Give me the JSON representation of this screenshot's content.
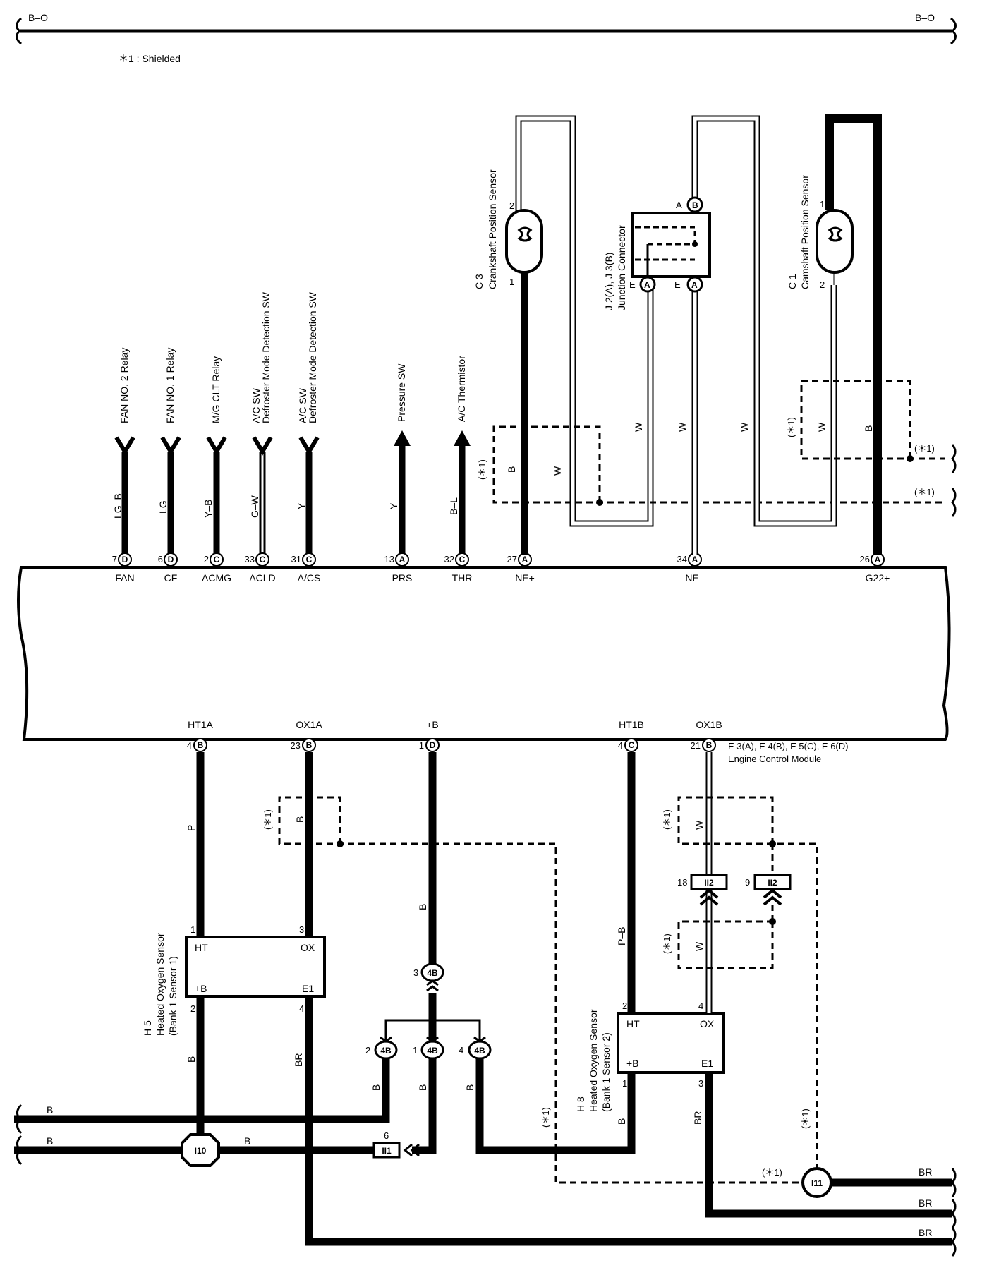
{
  "bus": {
    "left": "B–O",
    "right": "B–O"
  },
  "note": "＊1 : Shielded",
  "shield": "(＊1)",
  "ecm": {
    "code": "E 3(A), E 4(B), E 5(C), E 6(D)",
    "name": "Engine Control Module",
    "top_terminals": [
      {
        "pin": "7",
        "conn": "D",
        "name": "FAN",
        "wire": "LG–B",
        "dest": "FAN NO. 2 Relay"
      },
      {
        "pin": "6",
        "conn": "D",
        "name": "CF",
        "wire": "LG",
        "dest": "FAN NO. 1 Relay"
      },
      {
        "pin": "2",
        "conn": "C",
        "name": "ACMG",
        "wire": "Y–B",
        "dest": "M/G CLT Relay"
      },
      {
        "pin": "33",
        "conn": "C",
        "name": "ACLD",
        "wire": "G–W",
        "dest": "A/C SW",
        "dest2": "Defroster Mode Detection SW"
      },
      {
        "pin": "31",
        "conn": "C",
        "name": "A/CS",
        "wire": "Y",
        "dest": "A/C SW",
        "dest2": "Defroster Mode Detection SW"
      },
      {
        "pin": "13",
        "conn": "A",
        "name": "PRS",
        "wire": "Y",
        "dest": "Pressure SW"
      },
      {
        "pin": "32",
        "conn": "C",
        "name": "THR",
        "wire": "B–L",
        "dest": "A/C Thermistor"
      },
      {
        "pin": "27",
        "conn": "A",
        "name": "NE+"
      },
      {
        "pin": "34",
        "conn": "A",
        "name": "NE–"
      },
      {
        "pin": "26",
        "conn": "A",
        "name": "G22+"
      }
    ],
    "bottom_terminals": [
      {
        "pin": "4",
        "conn": "B",
        "name": "HT1A"
      },
      {
        "pin": "23",
        "conn": "B",
        "name": "OX1A"
      },
      {
        "pin": "1",
        "conn": "D",
        "name": "+B"
      },
      {
        "pin": "4",
        "conn": "C",
        "name": "HT1B"
      },
      {
        "pin": "21",
        "conn": "B",
        "name": "OX1B"
      }
    ]
  },
  "crank": {
    "code": "C 3",
    "name": "Crankshaft Position Sensor",
    "pin_top": "2",
    "pin_bot": "1",
    "wire_b": "B",
    "wire_w": "W"
  },
  "cam": {
    "code": "C 1",
    "name": "Camshaft Position Sensor",
    "pin_top": "1",
    "pin_bot": "2",
    "wire_w": "W",
    "wire_b": "B"
  },
  "junction": {
    "code": "J 2(A), J 3(B)",
    "name": "Junction Connector",
    "a": "A",
    "b": "B",
    "e": "E",
    "wire_w": "W"
  },
  "h5": {
    "code": "H 5",
    "name": "Heated Oxygen Sensor",
    "sub": "(Bank 1 Sensor 1)",
    "ht": "HT",
    "ox": "OX",
    "pb": "+B",
    "e1": "E1",
    "p1": "1",
    "p3": "3",
    "p2": "2",
    "p4": "4",
    "w_p": "P",
    "w_b": "B",
    "w_b2": "B",
    "w_br": "BR"
  },
  "h8": {
    "code": "H 8",
    "name": "Heated Oxygen Sensor",
    "sub": "(Bank 1 Sensor 2)",
    "ht": "HT",
    "ox": "OX",
    "pb": "+B",
    "e1": "E1",
    "p2": "2",
    "p4": "4",
    "p1": "1",
    "p3": "3",
    "w_pb": "P–B",
    "w_w": "W",
    "w_b": "B",
    "w_br": "BR"
  },
  "j4b": {
    "label": "4B",
    "p3": "3",
    "p2": "2",
    "p1": "1",
    "p4": "4",
    "w": "B"
  },
  "ii2": {
    "label": "II2",
    "p18": "18",
    "p9": "9"
  },
  "ii1": {
    "label": "II1",
    "pin": "6"
  },
  "i10": {
    "label": "I10"
  },
  "i11": {
    "label": "I11"
  },
  "ground": {
    "b1": "B",
    "b2": "B",
    "b3": "B",
    "br1": "BR",
    "br2": "BR",
    "br3": "BR"
  }
}
